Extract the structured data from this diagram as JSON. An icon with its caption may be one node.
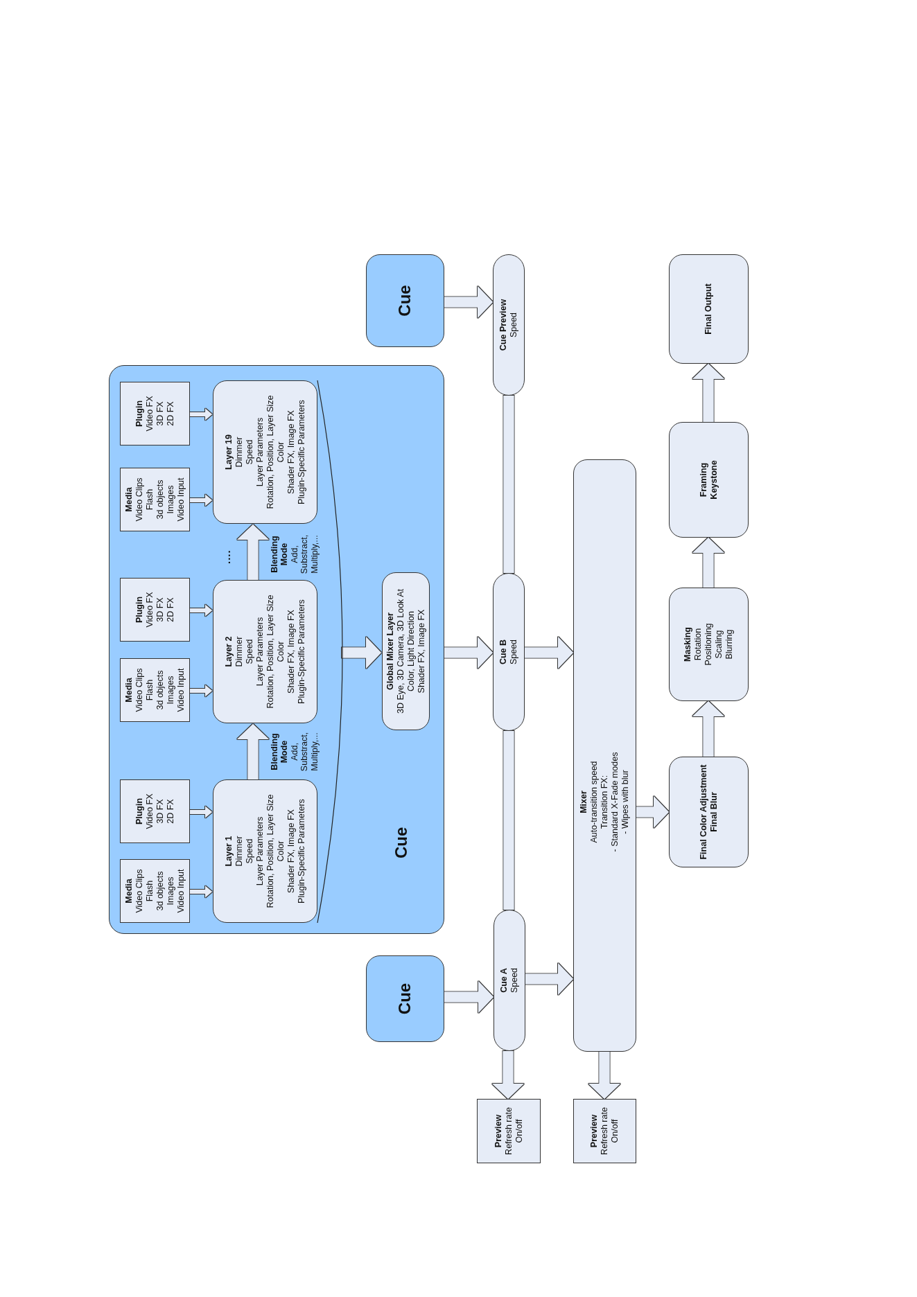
{
  "diagram": {
    "nodes": [
      {
        "text": [
          "Cue"
        ]
      },
      {
        "text": [
          "Media",
          "Video Clips",
          "Flash",
          "3d objects",
          "Images",
          "Video Input"
        ],
        "in": 0
      },
      {
        "text": [
          "Plugin",
          "Video FX",
          "3D FX",
          "2D FX"
        ],
        "in": 0
      },
      {
        "text": [
          "Media",
          "Video Clips",
          "Flash",
          "3d objects",
          "Images",
          "Video Input"
        ],
        "in": 0
      },
      {
        "text": [
          "Plugin",
          "Video FX",
          "3D FX",
          "2D FX"
        ],
        "in": 0
      },
      {
        "text": [
          "Media",
          "Video Clips",
          "Flash",
          "3d objects",
          "Images",
          "Video Input"
        ],
        "in": 0
      },
      {
        "text": [
          "Plugin",
          "Video FX",
          "3D FX",
          "2D FX"
        ],
        "in": 0
      },
      {
        "text": [
          "Layer 1",
          "Dimmer",
          "Speed",
          "Layer Parameters",
          "Rotation, Position, Layer Size",
          "Color",
          "Shader FX, Image FX",
          "Plugin-Specific Parameters"
        ],
        "in": 0
      },
      {
        "text": [
          "Layer 2",
          "Dimmer",
          "Speed",
          "Layer Parameters",
          "Rotation, Position, Layer Size",
          "Color",
          "Shader FX, Image FX",
          "Plugin-Specific Parameters"
        ],
        "in": 0
      },
      {
        "text": [
          "Layer 19",
          "Dimmer",
          "Speed",
          "Layer Parameters",
          "Rotation, Position, Layer Size",
          "Color",
          "Shader FX, Image FX",
          "Plugin-Specific Parameters"
        ],
        "in": 0
      },
      {
        "text": [
          "Global Mixer Layer",
          "3D Eye, 3D Camera, 3D Look At",
          "Color, Light Direction",
          "Shader FX, Image FX"
        ],
        "in": 0
      },
      {
        "text": [
          "Cue"
        ]
      },
      {
        "text": [
          "Cue"
        ]
      },
      {
        "text": [
          "Cue A",
          "Speed"
        ]
      },
      {
        "text": [
          "Cue B",
          "Speed"
        ]
      },
      {
        "text": [
          "Cue Preview",
          "Speed"
        ]
      },
      {
        "text": [
          "Preview",
          "Refresh rate",
          "On/off"
        ]
      },
      {
        "text": [
          "Preview",
          "Refresh rate",
          "On/off"
        ]
      },
      {
        "text": [
          "Mixer",
          "Auto-transition speed",
          "Transition FX:",
          "- Standard X-Fade modes",
          "- Wipes with blur"
        ]
      },
      {
        "text": [
          "Final Color Adjustment",
          "Final Blur"
        ]
      },
      {
        "text": [
          "Masking",
          "Rotation",
          "Positioning",
          "Scaling",
          "Blurring"
        ]
      },
      {
        "text": [
          "Framing",
          "Keystone"
        ]
      },
      {
        "text": [
          "Final Output"
        ]
      },
      {
        "text": [],
        "shape": "arc",
        "in": 0
      }
    ],
    "edges": [
      {
        "from": 1,
        "to": 7,
        "arrow": "to"
      },
      {
        "from": 2,
        "to": 7,
        "arrow": "to"
      },
      {
        "from": 3,
        "to": 8,
        "arrow": "to"
      },
      {
        "from": 4,
        "to": 8,
        "arrow": "to"
      },
      {
        "from": 5,
        "to": 9,
        "arrow": "to"
      },
      {
        "from": 6,
        "to": 9,
        "arrow": "to"
      },
      {
        "from": 7,
        "to": 8,
        "arrow": "to",
        "label": "**Blending Mode** Add, Substract, Multiply,..."
      },
      {
        "from": 8,
        "to": 9,
        "arrow": "to",
        "label": "**Blending Mode** Add, Substract, Multiply,..."
      },
      {
        "from": 23,
        "to": 10,
        "arrow": "to"
      },
      {
        "from": 0,
        "to": 14,
        "arrow": "to"
      },
      {
        "from": 11,
        "to": 13,
        "arrow": "to"
      },
      {
        "from": 12,
        "to": 15,
        "arrow": "to"
      },
      {
        "from": 13,
        "to": 14,
        "arrow": "none"
      },
      {
        "from": 14,
        "to": 15,
        "arrow": "none"
      },
      {
        "from": 13,
        "to": 16,
        "arrow": "to"
      },
      {
        "from": 13,
        "to": 18,
        "arrow": "to"
      },
      {
        "from": 14,
        "to": 18,
        "arrow": "to"
      },
      {
        "from": 18,
        "to": 17,
        "arrow": "to"
      },
      {
        "from": 18,
        "to": 19,
        "arrow": "to"
      },
      {
        "from": 19,
        "to": 20,
        "arrow": "to"
      },
      {
        "from": 20,
        "to": 21,
        "arrow": "to"
      },
      {
        "from": 21,
        "to": 22,
        "arrow": "to"
      }
    ],
    "labels": [
      "...."
    ]
  }
}
